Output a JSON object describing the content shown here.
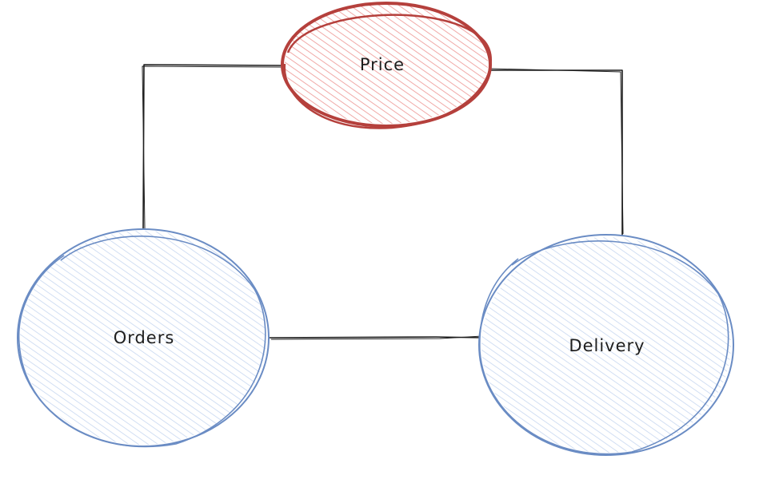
{
  "diagram": {
    "nodes": {
      "price": {
        "label": "Price",
        "stroke": "#b5403c",
        "fill": "#f4c1c0"
      },
      "orders": {
        "label": "Orders",
        "stroke": "#6a8cc4",
        "fill": "#dce6f7"
      },
      "delivery": {
        "label": "Delivery",
        "stroke": "#6a8cc4",
        "fill": "#dce6f7"
      }
    },
    "connectors": [
      {
        "from": "price",
        "to": "orders"
      },
      {
        "from": "price",
        "to": "delivery"
      },
      {
        "from": "orders",
        "to": "delivery"
      }
    ],
    "line_color": "#1e1e1e"
  }
}
